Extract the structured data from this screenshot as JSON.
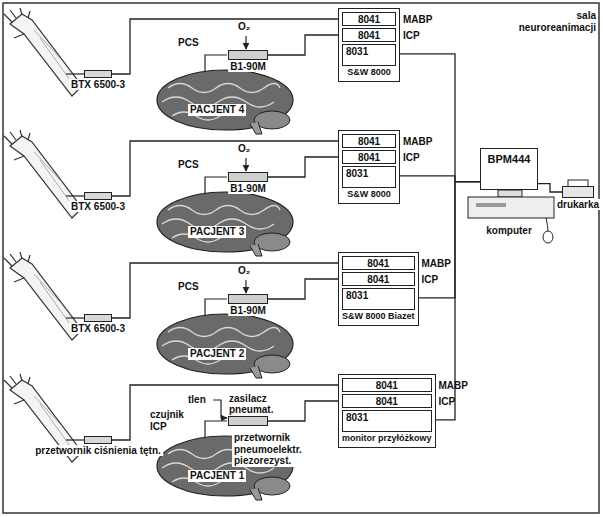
{
  "diagram": {
    "nodes": [
      {
        "text": [
          "S&W 8000"
        ]
      },
      {
        "text": [
          "8041",
          "MABP"
        ],
        "in": 0
      },
      {
        "text": [
          "8041",
          "ICP"
        ],
        "in": 0
      },
      {
        "text": [
          "8031"
        ],
        "in": 0
      },
      {
        "text": [
          "B1-90M"
        ]
      },
      {
        "text": [
          "BTX 6500-3"
        ]
      },
      {
        "text": [
          "S&W 8000"
        ]
      },
      {
        "text": [
          "8041",
          "MABP"
        ],
        "in": 6
      },
      {
        "text": [
          "8041",
          "ICP"
        ],
        "in": 6
      },
      {
        "text": [
          "8031"
        ],
        "in": 6
      },
      {
        "text": [
          "B1-90M"
        ]
      },
      {
        "text": [
          "BTX 6500-3"
        ]
      },
      {
        "text": [
          "S&W 8000 Biazet"
        ]
      },
      {
        "text": [
          "8041",
          "MABP"
        ],
        "in": 12
      },
      {
        "text": [
          "8041",
          "ICP"
        ],
        "in": 12
      },
      {
        "text": [
          "8031"
        ],
        "in": 12
      },
      {
        "text": [
          "B1-90M"
        ]
      },
      {
        "text": [
          "BTX 6500-3"
        ]
      },
      {
        "text": [
          "monitor przyłóżkowy"
        ]
      },
      {
        "text": [
          "8041",
          "MABP"
        ],
        "in": 18
      },
      {
        "text": [
          "8041",
          "ICP"
        ],
        "in": 18
      },
      {
        "text": [
          "8031"
        ],
        "in": 18
      },
      {
        "text": [
          "zasilacz pneumat."
        ]
      },
      {
        "text": [
          "przetwornik ciśnienia tętn."
        ]
      },
      {
        "text": [
          "BPM444",
          "komputer"
        ]
      },
      {
        "text": [
          "drukarka"
        ]
      }
    ],
    "edges": [
      {
        "from": 5,
        "to": 1,
        "arrow": "none"
      },
      {
        "from": 4,
        "to": 2,
        "arrow": "none"
      },
      {
        "from": 0,
        "to": 24,
        "arrow": "none"
      },
      {
        "from": 11,
        "to": 7,
        "arrow": "none"
      },
      {
        "from": 10,
        "to": 8,
        "arrow": "none"
      },
      {
        "from": 6,
        "to": 24,
        "arrow": "none"
      },
      {
        "from": 17,
        "to": 13,
        "arrow": "none"
      },
      {
        "from": 16,
        "to": 14,
        "arrow": "none"
      },
      {
        "from": 12,
        "to": 24,
        "arrow": "none"
      },
      {
        "from": 23,
        "to": 19,
        "arrow": "none"
      },
      {
        "from": 22,
        "to": 20,
        "arrow": "none"
      },
      {
        "from": 18,
        "to": 24,
        "arrow": "none"
      },
      {
        "from": 24,
        "to": 25,
        "arrow": "none"
      }
    ],
    "labels": [
      "sala neuroreanimacji",
      "PCS",
      "O₂",
      "PACJENT 4",
      "PCS",
      "O₂",
      "PACJENT 3",
      "PCS",
      "O₂",
      "PACJENT 2",
      "tlen",
      "czujnik ICP",
      "przetwornik pneumoelektr. piezorezyst.",
      "PACJENT 1"
    ]
  }
}
